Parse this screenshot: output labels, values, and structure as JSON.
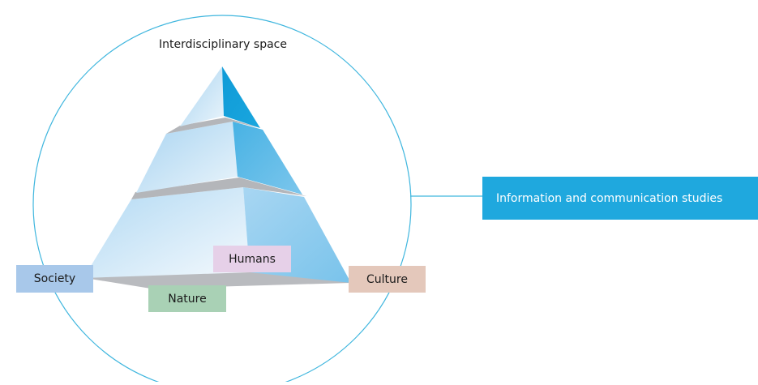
{
  "diagram": {
    "title": "Interdisciplinary space",
    "dimensions": [
      {
        "id": "society",
        "label": "Society",
        "color": "#a8c8ea"
      },
      {
        "id": "humans",
        "label": "Humans",
        "color": "#e6d0e8"
      },
      {
        "id": "culture",
        "label": "Culture",
        "color": "#e4c8bb"
      },
      {
        "id": "nature",
        "label": "Nature",
        "color": "#a9d1b5"
      }
    ],
    "field": {
      "label": "Information and communication studies",
      "color": "#1fa8de"
    },
    "colors": {
      "circle": "#3fb6de",
      "pyramid_light": "#cfe7f7",
      "pyramid_mid": "#9fd0ef",
      "pyramid_dark": "#129fd9",
      "base": "#b9bbbf"
    }
  }
}
